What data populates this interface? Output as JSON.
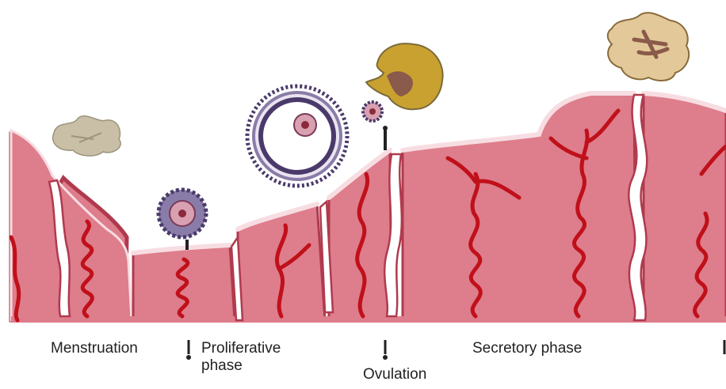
{
  "labels": {
    "menstruation": "Menstruation",
    "proliferative": "Proliferative\nphase",
    "ovulation": "Ovulation",
    "secretory": "Secretory phase"
  },
  "colors": {
    "endometrium": "#de7d8c",
    "epithelium_outline": "#b03a4d",
    "epithelium_fill": "#f7dde2",
    "vessels": "#c0101a",
    "follicle_dark": "#4a3a6a",
    "corpus_luteum": "#c9a130",
    "corpus_albicans": "#c8bfa6",
    "marker": "#222222"
  },
  "icons": [
    "corpus-albicans-icon",
    "primary-follicle-icon",
    "graafian-follicle-icon",
    "ovulated-oocyte-icon",
    "corpus-luteum-icon",
    "regressing-corpus-luteum-icon"
  ]
}
